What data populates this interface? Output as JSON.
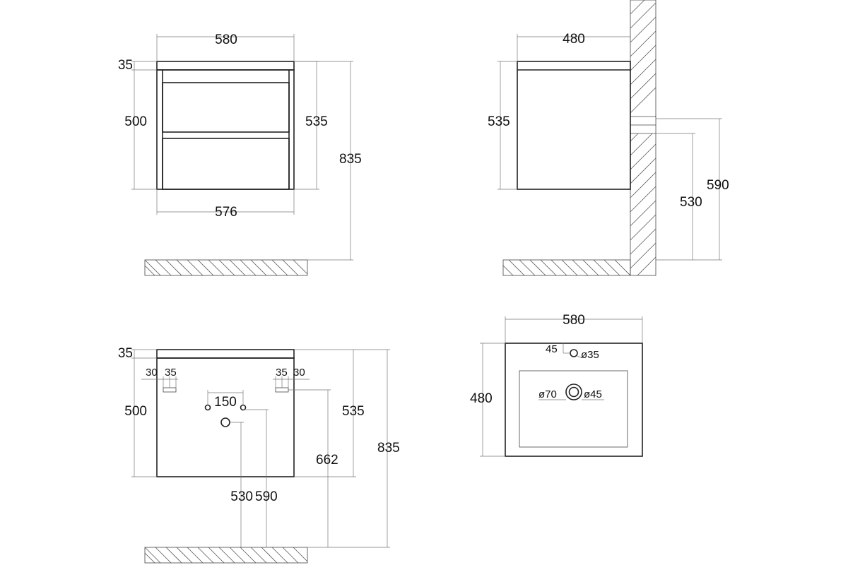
{
  "views": {
    "front": {
      "labels": {
        "top_width": "580",
        "top_height": "35",
        "body_height": "500",
        "total_height": "535",
        "floor_height": "835",
        "bottom_width": "576"
      }
    },
    "side": {
      "labels": {
        "depth": "480",
        "height": "535",
        "drain_height": "530",
        "outlet_height": "590"
      }
    },
    "rear": {
      "labels": {
        "top_height": "35",
        "left_offset": "30",
        "left_bracket": "35",
        "right_bracket": "35",
        "right_offset": "30",
        "hole_spacing": "150",
        "body_height": "500",
        "total_height": "535",
        "bracket_height": "662",
        "floor_height": "835",
        "drain_height": "530",
        "outlet_height": "590"
      }
    },
    "top": {
      "labels": {
        "width": "580",
        "depth": "480",
        "tap_offset": "45",
        "tap_diameter": "ø35",
        "drain_diameter": "ø70",
        "outlet_diameter": "ø45"
      }
    }
  }
}
